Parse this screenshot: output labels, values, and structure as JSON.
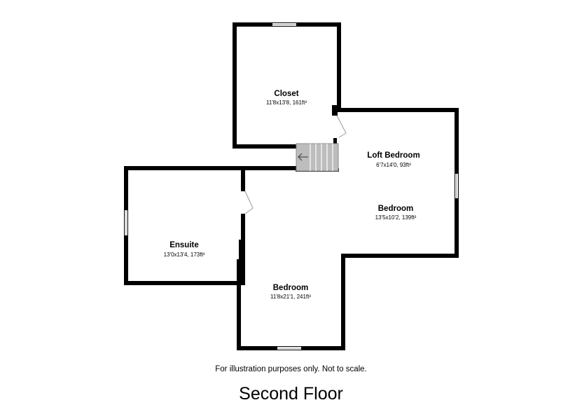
{
  "plan": {
    "wall_color": "#000000",
    "stair_color": "#bdbdbd",
    "rooms": {
      "closet": {
        "name": "Closet",
        "dims": "11'8x13'8, 161ft²"
      },
      "loft_bedroom": {
        "name": "Loft Bedroom",
        "dims": "6'7x14'0, 93ft²"
      },
      "bedroom_east": {
        "name": "Bedroom",
        "dims": "13'5x10'2, 139ft²"
      },
      "ensuite": {
        "name": "Ensuite",
        "dims": "13'0x13'4, 173ft²"
      },
      "bedroom_south": {
        "name": "Bedroom",
        "dims": "11'8x21'1, 241ft²"
      }
    },
    "icons": [
      "stair-arrow-icon"
    ]
  },
  "disclaimer": "For illustration purposes only. Not to scale.",
  "floor_title": "Second Floor"
}
